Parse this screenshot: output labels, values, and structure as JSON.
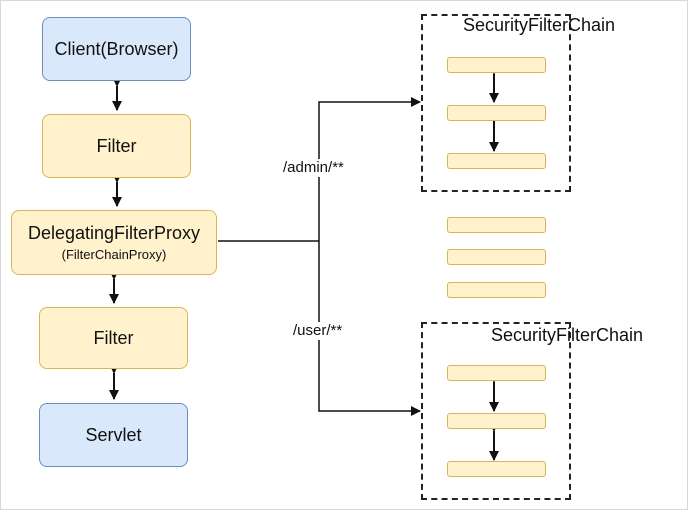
{
  "diagram": {
    "left_stack": {
      "client": "Client(Browser)",
      "filter_top": "Filter",
      "proxy": {
        "title": "DelegatingFilterProxy",
        "subtitle": "(FilterChainProxy)"
      },
      "filter_bottom": "Filter",
      "servlet": "Servlet"
    },
    "routes": {
      "admin": "/admin/**",
      "user": "/user/**"
    },
    "chains": {
      "top": {
        "title": "SecurityFilterChain",
        "filter_count": 3
      },
      "bottom": {
        "title": "SecurityFilterChain",
        "filter_count": 3
      },
      "middle_unboxed_filter_count": 3
    },
    "colors": {
      "filter_fill": "#fff2cc",
      "filter_border": "#d6b656",
      "endpoint_fill": "#dae8fc",
      "endpoint_border": "#6c8ebf",
      "line": "#111111"
    }
  }
}
